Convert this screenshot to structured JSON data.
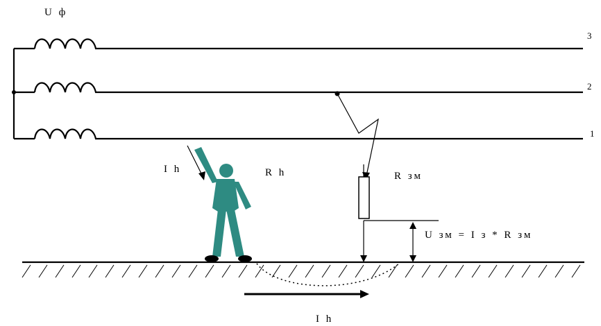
{
  "labels": {
    "source_voltage": "U ф",
    "phase_3": "3",
    "phase_2": "2",
    "phase_1": "1",
    "human_current": "I h",
    "human_resistance": "R h",
    "ground_resistance": "R зм",
    "ground_voltage_formula": "U зм = I з * R зм",
    "ground_current": "I h"
  },
  "colors": {
    "line": "#000000",
    "person": "#2e8b82",
    "background": "#ffffff"
  },
  "icons": {
    "person": "worker-figure-icon",
    "coil": "winding-coil-icon",
    "resistor": "resistor-icon"
  }
}
